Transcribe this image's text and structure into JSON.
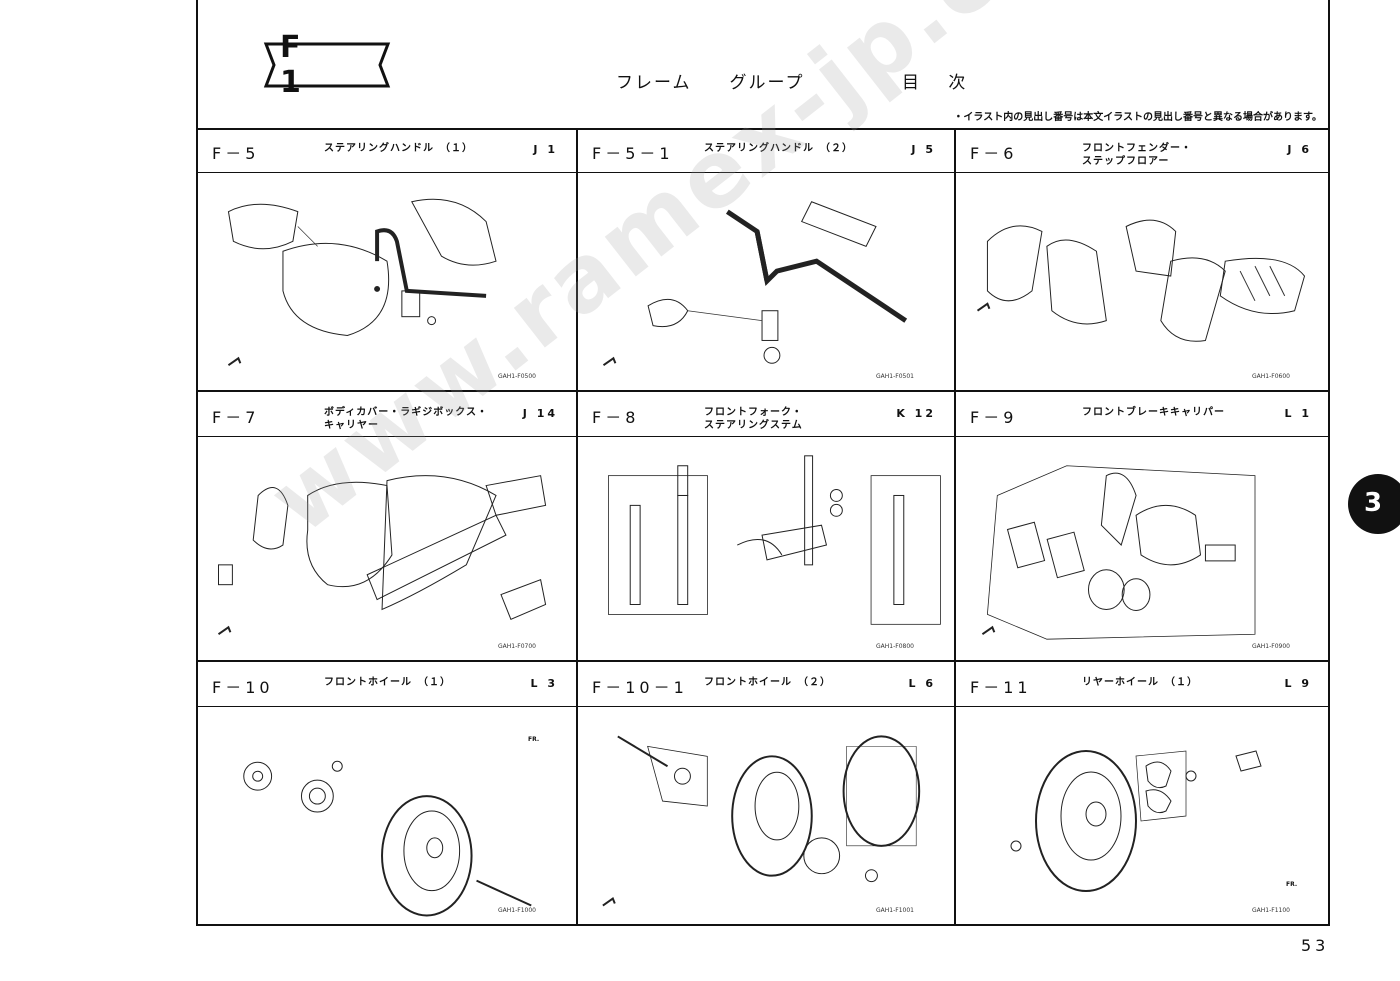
{
  "header": {
    "badge": "F 1",
    "title": "フレーム　　グループ",
    "index_label": "目 次",
    "note": "・イラスト内の見出し番号は本文イラストの見出し番号と異なる場合があります。"
  },
  "sections": [
    {
      "code": "F－5",
      "name": "ステアリングハンドル　（１）",
      "ref": "J 1",
      "fig": "GAH1-F0500"
    },
    {
      "code": "F－5－1",
      "name": "ステアリングハンドル　（２）",
      "ref": "J 5",
      "fig": "GAH1-F0501"
    },
    {
      "code": "F－6",
      "name": "フロントフェンダー・\nステップフロアー",
      "ref": "J 6",
      "fig": "GAH1-F0600"
    },
    {
      "code": "F－7",
      "name": "ボディカバー・ラギジボックス・\nキャリヤー",
      "ref": "J 14",
      "fig": "GAH1-F0700"
    },
    {
      "code": "F－8",
      "name": "フロントフォーク・\nステアリングステム",
      "ref": "K 12",
      "fig": "GAH1-F0800"
    },
    {
      "code": "F－9",
      "name": "フロントブレーキキャリパー",
      "ref": "L 1",
      "fig": "GAH1-F0900"
    },
    {
      "code": "F－10",
      "name": "フロントホイール　（１）",
      "ref": "L 3",
      "fig": "GAH1-F1000"
    },
    {
      "code": "F－10－1",
      "name": "フロントホイール　（２）",
      "ref": "L 6",
      "fig": "GAH1-F1001"
    },
    {
      "code": "F－11",
      "name": "リヤーホイール　（１）",
      "ref": "L 9",
      "fig": "GAH1-F1100"
    }
  ],
  "side_tab": "3",
  "page_number": "53",
  "watermark": "www.ramex-jp.com",
  "fr_mark": "FR."
}
